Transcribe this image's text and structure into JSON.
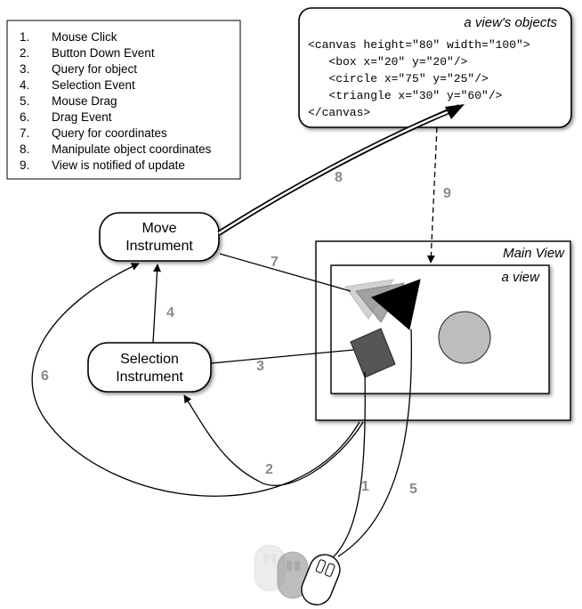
{
  "legend": {
    "items": [
      {
        "num": "1.",
        "label": "Mouse Click"
      },
      {
        "num": "2.",
        "label": "Button Down Event"
      },
      {
        "num": "3.",
        "label": "Query for object"
      },
      {
        "num": "4.",
        "label": "Selection Event"
      },
      {
        "num": "5.",
        "label": "Mouse Drag"
      },
      {
        "num": "6.",
        "label": "Drag Event"
      },
      {
        "num": "7.",
        "label": "Query for coordinates"
      },
      {
        "num": "8.",
        "label": "Manipulate object coordinates"
      },
      {
        "num": "9.",
        "label": "View is notified of update"
      }
    ]
  },
  "objects_panel": {
    "title": "a view's objects",
    "code": [
      "<canvas height=\"80\" width=\"100\">",
      "   <box x=\"20\" y=\"20\"/>",
      "   <circle x=\"75\" y=\"25\"/>",
      "   <triangle x=\"30\" y=\"60\"/>",
      "</canvas>"
    ]
  },
  "instruments": {
    "move": [
      "Move",
      "Instrument"
    ],
    "selection": [
      "Selection",
      "Instrument"
    ]
  },
  "main_view": {
    "title": "Main View",
    "inner_title": "a view"
  },
  "steps": {
    "s1": "1",
    "s2": "2",
    "s3": "3",
    "s4": "4",
    "s5": "5",
    "s6": "6",
    "s7": "7",
    "s8": "8",
    "s9": "9"
  },
  "colors": {
    "step_label": "#8a8a8a",
    "box_fill": "#555555",
    "circle_fill": "#bdbdbd",
    "triangle_fill": "#000000"
  }
}
